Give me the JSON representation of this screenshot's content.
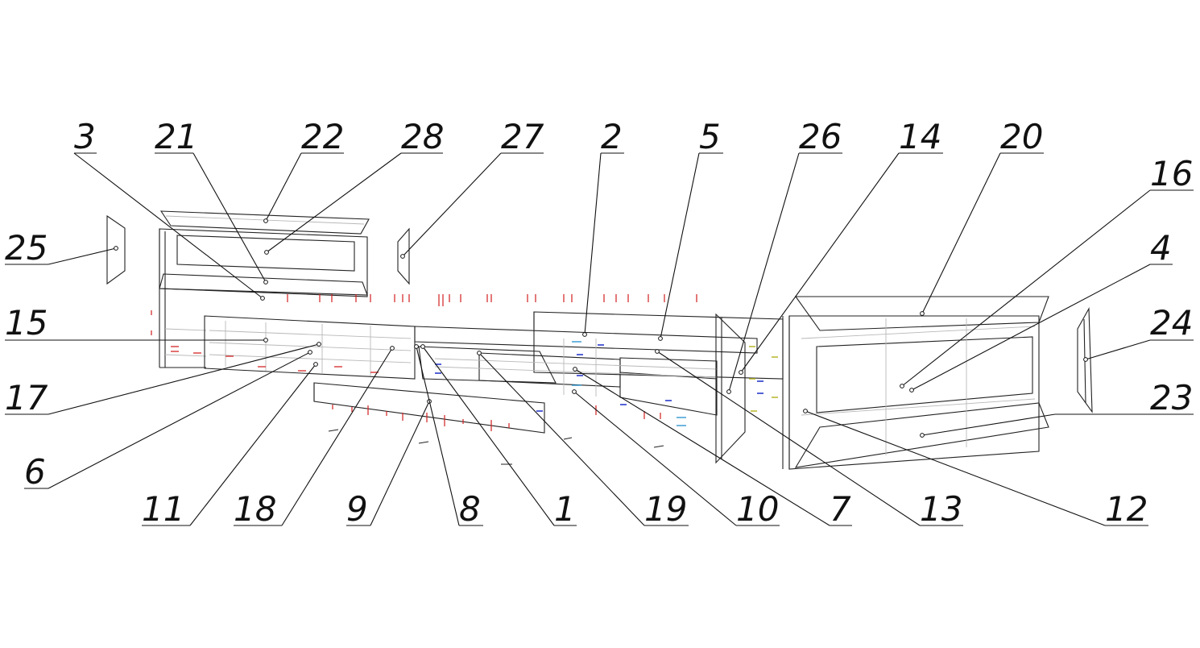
{
  "callouts": [
    {
      "id": "3",
      "text": "3"
    },
    {
      "id": "21",
      "text": "21"
    },
    {
      "id": "22",
      "text": "22"
    },
    {
      "id": "28",
      "text": "28"
    },
    {
      "id": "27",
      "text": "27"
    },
    {
      "id": "2",
      "text": "2"
    },
    {
      "id": "5",
      "text": "5"
    },
    {
      "id": "26",
      "text": "26"
    },
    {
      "id": "14",
      "text": "14"
    },
    {
      "id": "20",
      "text": "20"
    },
    {
      "id": "16",
      "text": "16"
    },
    {
      "id": "4",
      "text": "4"
    },
    {
      "id": "25",
      "text": "25"
    },
    {
      "id": "15",
      "text": "15"
    },
    {
      "id": "24",
      "text": "24"
    },
    {
      "id": "23",
      "text": "23"
    },
    {
      "id": "17",
      "text": "17"
    },
    {
      "id": "6",
      "text": "6"
    },
    {
      "id": "11",
      "text": "11"
    },
    {
      "id": "18",
      "text": "18"
    },
    {
      "id": "9",
      "text": "9"
    },
    {
      "id": "8",
      "text": "8"
    },
    {
      "id": "1",
      "text": "1"
    },
    {
      "id": "19",
      "text": "19"
    },
    {
      "id": "10",
      "text": "10"
    },
    {
      "id": "7",
      "text": "7"
    },
    {
      "id": "13",
      "text": "13"
    },
    {
      "id": "12",
      "text": "12"
    }
  ],
  "colors": {
    "line": "#111111",
    "ghost": "#b8b8b8",
    "fastener_red": "#d21f1f",
    "fastener_blue": "#1b2fc8",
    "fastener_cyan": "#1a8ccc",
    "fastener_olive": "#b7b52a"
  }
}
